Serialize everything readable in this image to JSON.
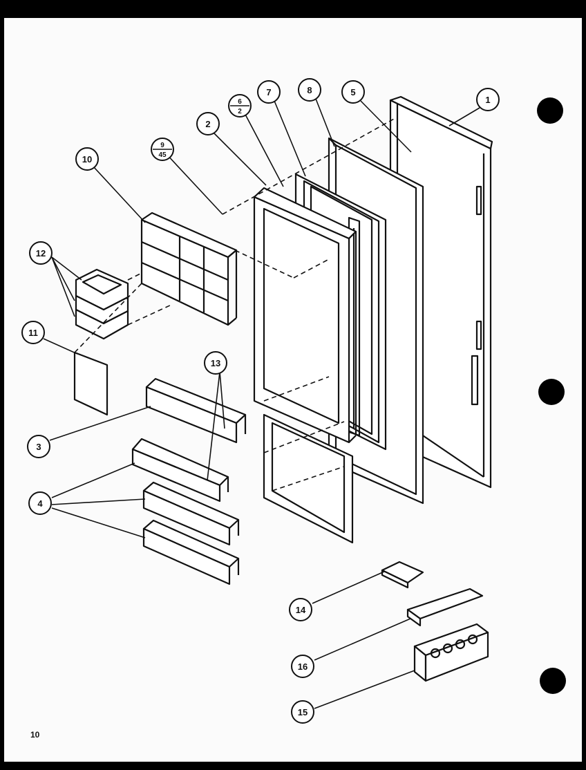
{
  "diagram": {
    "page_number": "10",
    "callouts": [
      {
        "id": "c1",
        "label": "1"
      },
      {
        "id": "c5",
        "label": "5"
      },
      {
        "id": "c8",
        "label": "8"
      },
      {
        "id": "c7",
        "label": "7"
      },
      {
        "id": "c2",
        "label": "2"
      },
      {
        "id": "c10",
        "label": "10"
      },
      {
        "id": "c12",
        "label": "12"
      },
      {
        "id": "c11",
        "label": "11"
      },
      {
        "id": "c13",
        "label": "13"
      },
      {
        "id": "c3",
        "label": "3"
      },
      {
        "id": "c4",
        "label": "4"
      },
      {
        "id": "c14",
        "label": "14"
      },
      {
        "id": "c16",
        "label": "16"
      },
      {
        "id": "c15",
        "label": "15"
      }
    ],
    "fraction_callouts": [
      {
        "id": "f6",
        "top": "6",
        "bottom": "2"
      },
      {
        "id": "f9",
        "top": "9",
        "bottom": "45"
      }
    ]
  }
}
